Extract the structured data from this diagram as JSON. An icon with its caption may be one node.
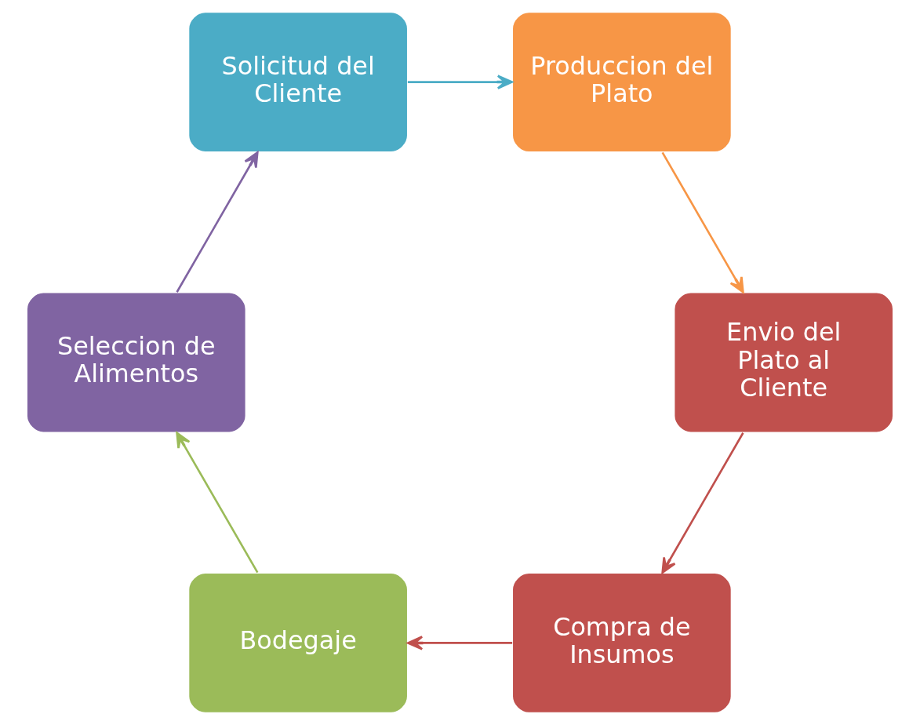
{
  "diagram": {
    "nodes": [
      {
        "text": [
          "Compra de Insumos"
        ]
      },
      {
        "text": [
          "Bodegaje"
        ]
      },
      {
        "text": [
          "Seleccion de Alimentos"
        ]
      },
      {
        "text": [
          "Solicitud del Cliente"
        ]
      },
      {
        "text": [
          "Produccion del Plato"
        ]
      },
      {
        "text": [
          "Envio del Plato al Cliente"
        ]
      }
    ],
    "edges": [
      {
        "from": 0,
        "to": 1,
        "arrow": "to",
        "color": "#c0504d"
      },
      {
        "from": 1,
        "to": 2,
        "arrow": "to",
        "color": "#9bbb59"
      },
      {
        "from": 2,
        "to": 3,
        "arrow": "to",
        "color": "#8064a2"
      },
      {
        "from": 3,
        "to": 4,
        "arrow": "to",
        "color": "#4bacc6"
      },
      {
        "from": 4,
        "to": 5,
        "arrow": "to",
        "color": "#f79646"
      },
      {
        "from": 5,
        "to": 0,
        "arrow": "to",
        "color": "#c0504d"
      }
    ]
  }
}
